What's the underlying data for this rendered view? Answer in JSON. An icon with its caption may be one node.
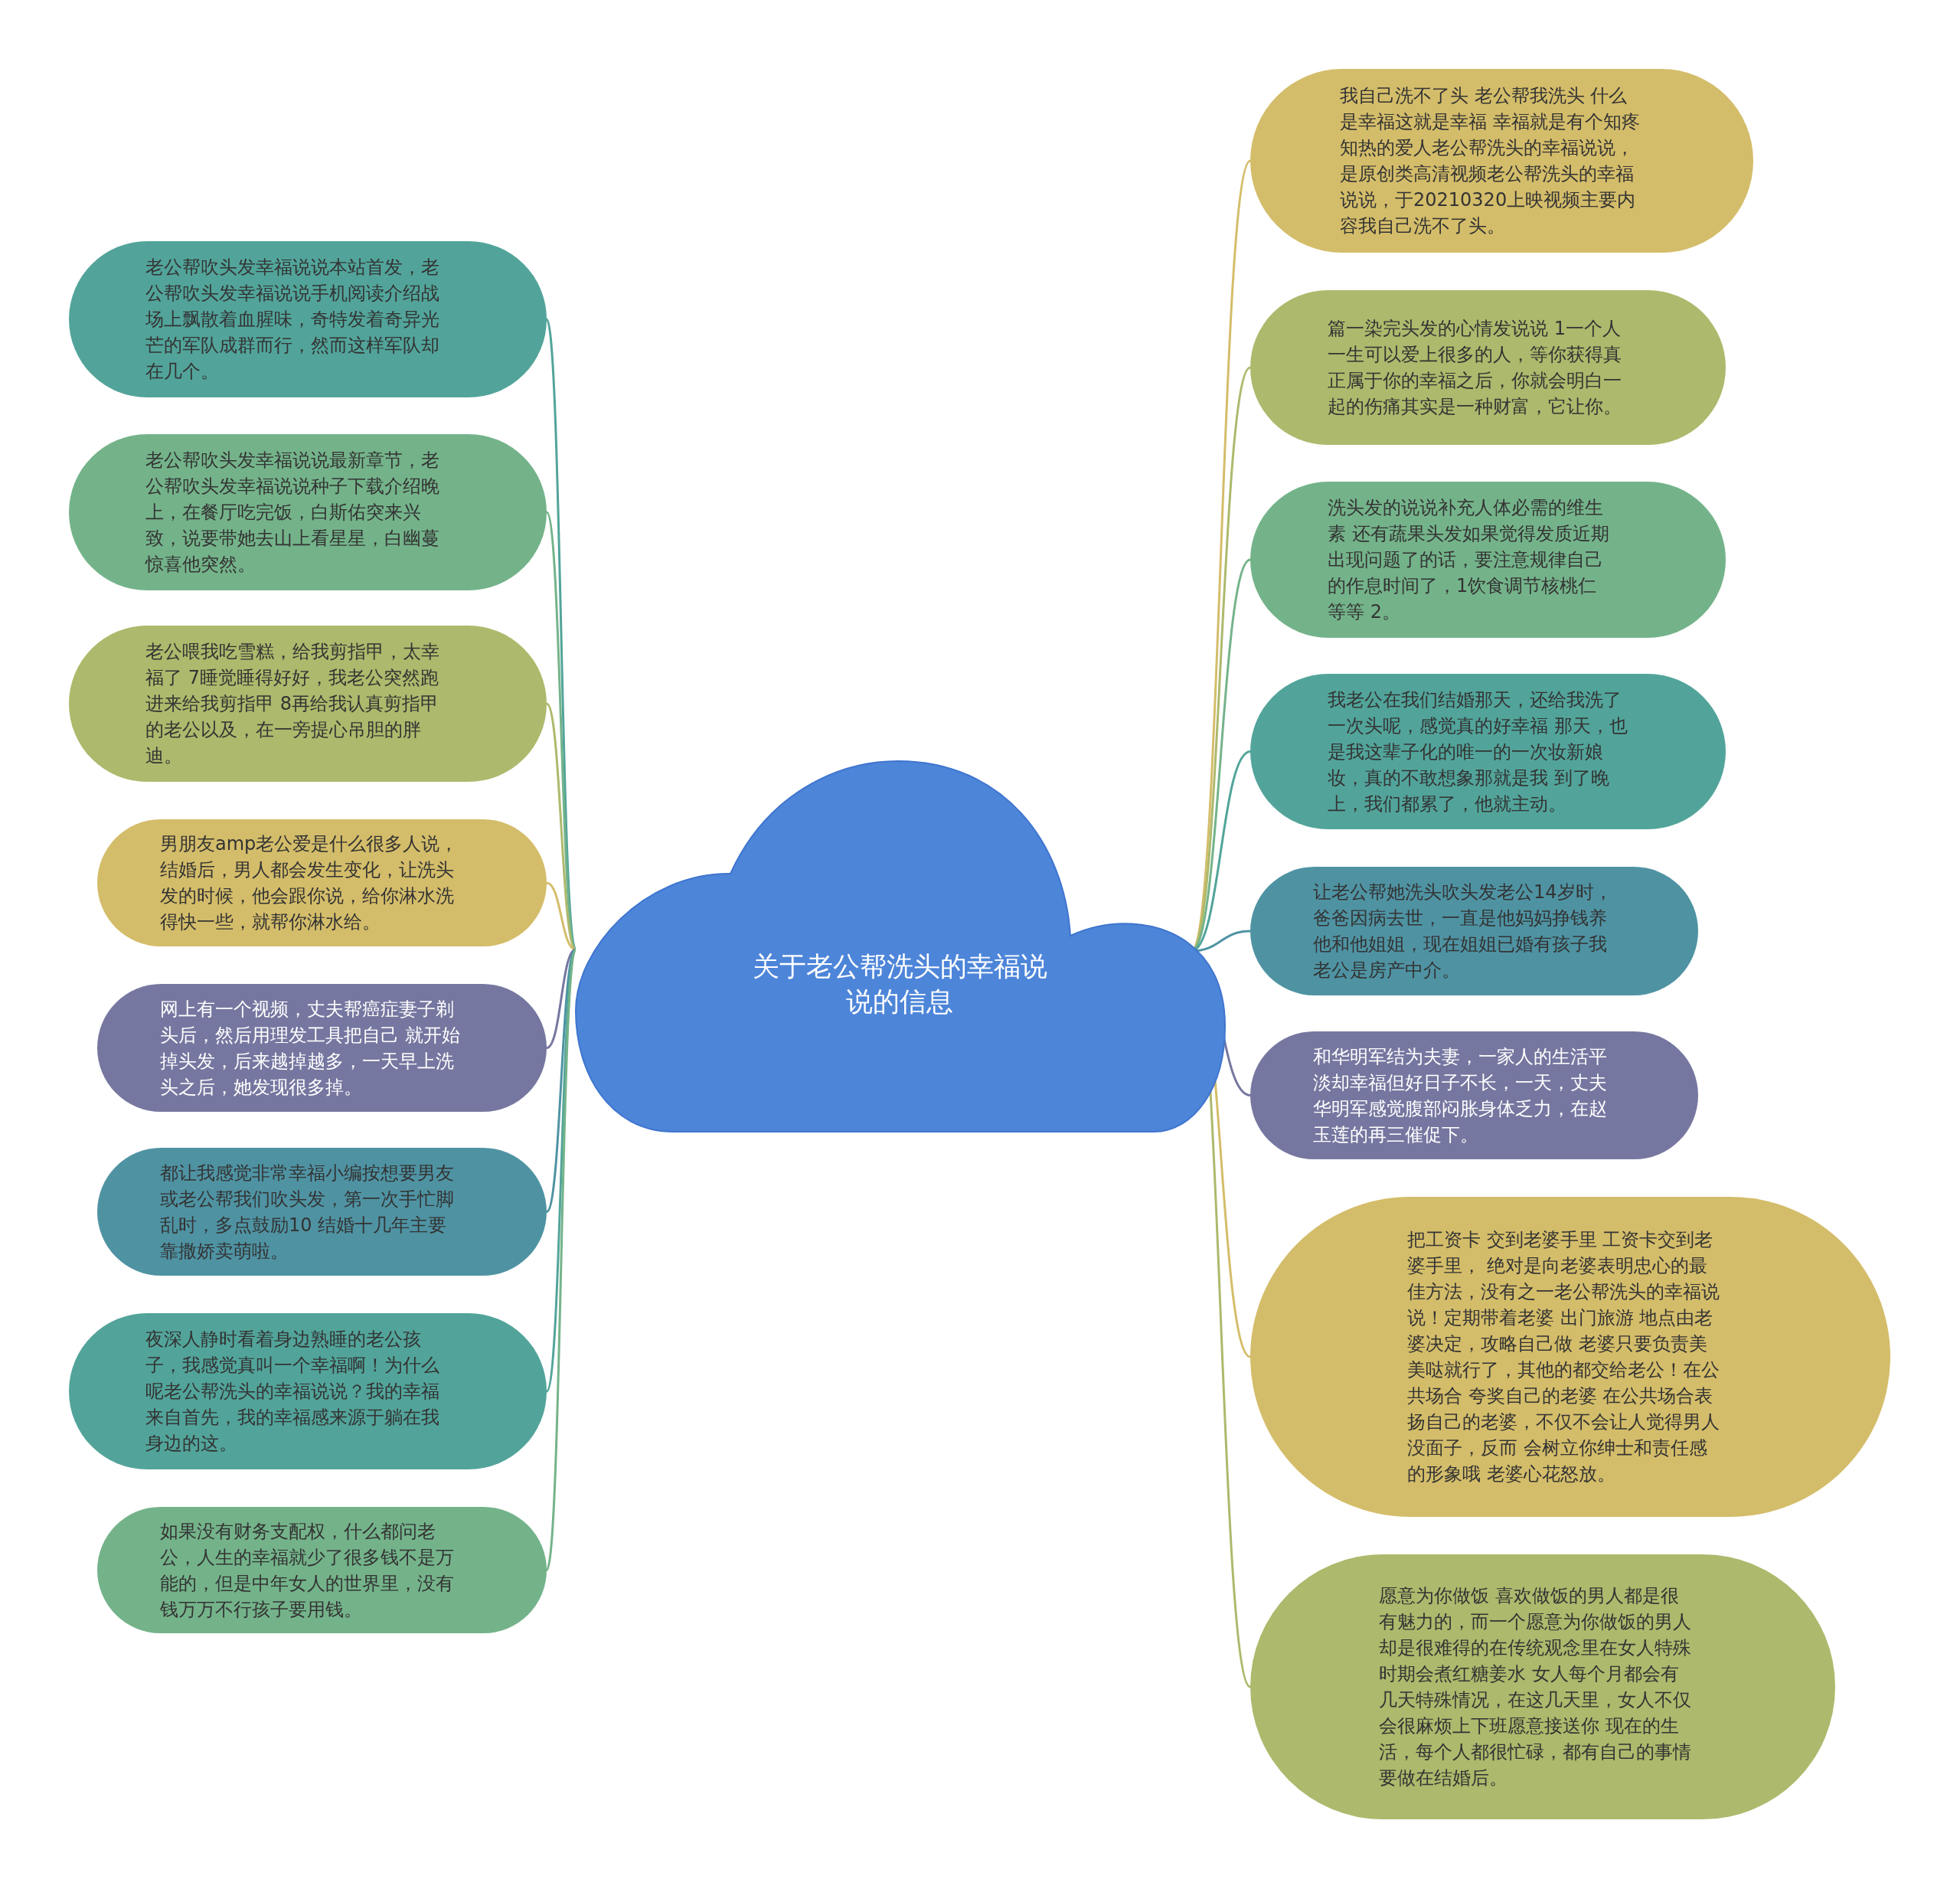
{
  "diagram": {
    "nodes": [
      {
        "text": [
          "关于老公帮洗头的幸福说说的信息"
        ]
      },
      {
        "text": [
          "老公帮吹头发幸福说说本站首发，老公帮吹头发幸福说说手机阅读介绍战场上飘散着血腥味，奇特发着奇异光芒的军队成群而行，然而这样军队却在几个。"
        ]
      },
      {
        "text": [
          "老公帮吹头发幸福说说最新章节，老公帮吹头发幸福说说种子下载介绍晚上，在餐厅吃完饭，白斯佑突来兴致，说要带她去山上看星星，白幽蔓惊喜他突然。"
        ]
      },
      {
        "text": [
          "老公喂我吃雪糕，给我剪指甲，太幸福了 7睡觉睡得好好，我老公突然跑进来给我剪指甲 8再给我认真剪指甲的老公以及，在一旁提心吊胆的胖迪。"
        ]
      },
      {
        "text": [
          "男朋友amp老公爱是什么很多人说，结婚后，男人都会发生变化，让洗头发的时候，他会跟你说，给你淋水洗得快一些，就帮你淋水给。"
        ]
      },
      {
        "text": [
          "网上有一个视频，丈夫帮癌症妻子剃头后，然后用理发工具把自己 就开始掉头发，后来越掉越多，一天早上洗头之后，她发现很多掉。"
        ]
      },
      {
        "text": [
          "都让我感觉非常幸福小编按想要男友或老公帮我们吹头发，第一次手忙脚乱时，多点鼓励10 结婚十几年主要靠撒娇卖萌啦。"
        ]
      },
      {
        "text": [
          "夜深人静时看着身边熟睡的老公孩子，我感觉真叫一个幸福啊！为什么呢老公帮洗头的幸福说说？我的幸福来自首先，我的幸福感来源于躺在我身边的这。"
        ]
      },
      {
        "text": [
          "如果没有财务支配权，什么都问老公，人生的幸福就少了很多钱不是万能的，但是中年女人的世界里，没有钱万万不行孩子要用钱。"
        ]
      },
      {
        "text": [
          "我自己洗不了头 老公帮我洗头 什么是幸福这就是幸福 幸福就是有个知疼知热的爱人老公帮洗头的幸福说说，是原创类高清视频老公帮洗头的幸福说说，于20210320上映视频主要内容我自己洗不了头。"
        ]
      },
      {
        "text": [
          "篇一染完头发的心情发说说 1一个人一生可以爱上很多的人，等你获得真正属于你的幸福之后，你就会明白一起的伤痛其实是一种财富，它让你。"
        ]
      },
      {
        "text": [
          "洗头发的说说补充人体必需的维生素 还有蔬果头发如果觉得发质近期出现问题了的话，要注意规律自己的作息时间了，1饮食调节核桃仁等等 2。"
        ]
      },
      {
        "text": [
          "我老公在我们结婚那天，还给我洗了一次头呢，感觉真的好幸福 那天，也是我这辈子化的唯一的一次妆新娘妆，真的不敢想象那就是我 到了晚上，我们都累了，他就主动。"
        ]
      },
      {
        "text": [
          "让老公帮她洗头吹头发老公14岁时，爸爸因病去世，一直是他妈妈挣钱养他和他姐姐，现在姐姐已婚有孩子我老公是房产中介。"
        ]
      },
      {
        "text": [
          "和华明军结为夫妻，一家人的生活平淡却幸福但好日子不长，一天，丈夫华明军感觉腹部闷胀身体乏力，在赵玉莲的再三催促下。"
        ]
      },
      {
        "text": [
          "把工资卡 交到老婆手里 工资卡交到老婆手里， 绝对是向老婆表明忠心的最佳方法，没有之一老公帮洗头的幸福说说！定期带着老婆 出门旅游 地点由老婆决定，攻略自己做 老婆只要负责美美哒就行了，其他的都交给老公！在公共场合 夸奖自己的老婆 在公共场合表扬自己的老婆，不仅不会让人觉得男人没面子，反而 会树立你绅士和责任感的形象哦 老婆心花怒放。"
        ]
      },
      {
        "text": [
          "愿意为你做饭 喜欢做饭的男人都是很有魅力的，而一个愿意为你做饭的男人却是很难得的在传统观念里在女人特殊时期会煮红糖姜水 女人每个月都会有几天特殊情况，在这几天里，女人不仅会很麻烦上下班愿意接送你 现在的生活，每个人都很忙碌，都有自己的事情要做在结婚后。"
        ]
      }
    ],
    "edges": [
      {
        "from": 0,
        "to": 1,
        "arrow": "none",
        "color": "#52a49a"
      },
      {
        "from": 0,
        "to": 2,
        "arrow": "none",
        "color": "#74b38a"
      },
      {
        "from": 0,
        "to": 3,
        "arrow": "none",
        "color": "#adb96c"
      },
      {
        "from": 0,
        "to": 4,
        "arrow": "none",
        "color": "#d4bd6a"
      },
      {
        "from": 0,
        "to": 5,
        "arrow": "none",
        "color": "#7677a0"
      },
      {
        "from": 0,
        "to": 6,
        "arrow": "none",
        "color": "#4f93a3"
      },
      {
        "from": 0,
        "to": 7,
        "arrow": "none",
        "color": "#52a49a"
      },
      {
        "from": 0,
        "to": 8,
        "arrow": "none",
        "color": "#74b38a"
      },
      {
        "from": 0,
        "to": 9,
        "arrow": "none",
        "color": "#d4bd6a"
      },
      {
        "from": 0,
        "to": 10,
        "arrow": "none",
        "color": "#adb96c"
      },
      {
        "from": 0,
        "to": 11,
        "arrow": "none",
        "color": "#74b38a"
      },
      {
        "from": 0,
        "to": 12,
        "arrow": "none",
        "color": "#52a49a"
      },
      {
        "from": 0,
        "to": 13,
        "arrow": "none",
        "color": "#4f93a3"
      },
      {
        "from": 0,
        "to": 14,
        "arrow": "none",
        "color": "#7677a0"
      },
      {
        "from": 0,
        "to": 15,
        "arrow": "none",
        "color": "#d4bd6a"
      },
      {
        "from": 0,
        "to": 16,
        "arrow": "none",
        "color": "#adb96c"
      }
    ]
  }
}
